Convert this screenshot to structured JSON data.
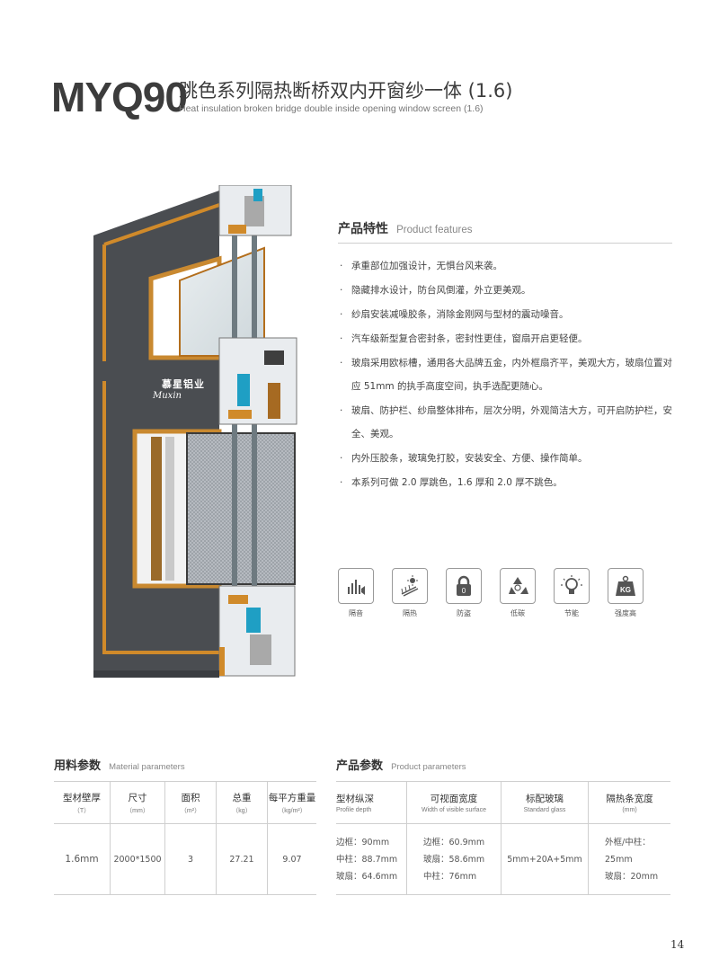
{
  "header": {
    "model": "MYQ90",
    "title_cn": "跳色系列隔热断桥双内开窗纱一体 (1.6)",
    "title_en": "Heat insulation broken bridge double inside opening window screen (1.6)"
  },
  "brand": {
    "name": "慕星铝业",
    "script": "Muxin"
  },
  "features": {
    "title_cn": "产品特性",
    "title_en": "Product features",
    "items": [
      "承重部位加强设计，无惧台风来袭。",
      "隐藏排水设计，防台风倒灌，外立更美观。",
      "纱扇安装减噪胶条，消除金刚网与型材的震动噪音。",
      "汽车级新型复合密封条，密封性更佳，窗扇开启更轻便。",
      "玻扇采用欧标槽，通用各大品牌五金，内外框扇齐平，美观大方，玻扇位置对应 51mm 的执手高度空间，执手选配更随心。",
      "玻扇、防护栏、纱扇整体排布，层次分明，外观简洁大方，可开启防护栏，安全、美观。",
      "内外压胶条，玻璃免打胶，安装安全、方便、操作简单。",
      "本系列可做 2.0 厚跳色，1.6 厚和 2.0 厚不跳色。"
    ]
  },
  "icons": [
    {
      "name": "soundproof-icon",
      "label": "隔音"
    },
    {
      "name": "heat-insulation-icon",
      "label": "隔热"
    },
    {
      "name": "anti-theft-icon",
      "label": "防盗"
    },
    {
      "name": "low-carbon-icon",
      "label": "低碳"
    },
    {
      "name": "energy-saving-icon",
      "label": "节能"
    },
    {
      "name": "high-strength-icon",
      "label": "强度高",
      "glyph": "KG"
    }
  ],
  "material_params": {
    "title_cn": "用料参数",
    "title_en": "Material parameters",
    "columns": [
      {
        "cn": "型材壁厚",
        "en": "（T）"
      },
      {
        "cn": "尺寸",
        "en": "（mm）"
      },
      {
        "cn": "面积",
        "en": "（m²）"
      },
      {
        "cn": "总重",
        "en": "（kg）"
      },
      {
        "cn": "每平方重量",
        "en": "（kg/m²）"
      }
    ],
    "row": [
      "1.6mm",
      "2000*1500",
      "3",
      "27.21",
      "9.07"
    ]
  },
  "product_params": {
    "title_cn": "产品参数",
    "title_en": "Product parameters",
    "columns": [
      {
        "cn": "型材纵深",
        "en": "Profile depth"
      },
      {
        "cn": "可视面宽度",
        "en": "Width of visible surface"
      },
      {
        "cn": "标配玻璃",
        "en": "Standard glass"
      },
      {
        "cn": "隔热条宽度",
        "en": "(mm)"
      }
    ],
    "profile_depth": [
      "边框：90mm",
      "中柱：88.7mm",
      "玻扇：64.6mm"
    ],
    "visible_width": [
      "边框：60.9mm",
      "玻扇：58.6mm",
      "中柱：76mm"
    ],
    "glass": "5mm+20A+5mm",
    "strip_width": [
      "外框/中柱：25mm",
      "玻扇：20mm"
    ]
  },
  "colors": {
    "frame_dark": "#4a4d51",
    "accent_orange": "#d08a2a",
    "accent_teal": "#1f9fc4"
  },
  "page_number": "14"
}
